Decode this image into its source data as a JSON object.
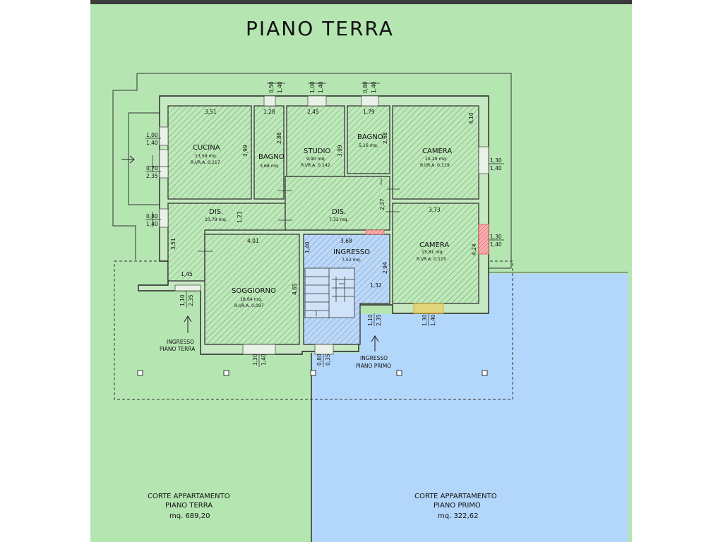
{
  "title": "PIANO TERRA",
  "colors": {
    "background_green": "#b5e6b2",
    "background_blue": "#b3d6fb",
    "hatch_green": "#5aa25a",
    "hatch_blue": "#6b8fc9",
    "highlight_red": "#e05050",
    "highlight_yellow": "#f2c84b"
  },
  "rooms": {
    "cucina": {
      "name": "CUCINA",
      "area": "13,59 mq.",
      "ratio": "R.I/R.A. 0,217"
    },
    "bagno1": {
      "name": "BAGNO",
      "area": "3,68 mq."
    },
    "studio": {
      "name": "STUDIO",
      "area": "9,90 mq.",
      "ratio": "R.I/R.A. 0,142"
    },
    "bagno2": {
      "name": "BAGNO",
      "area": "5,16 mq."
    },
    "camera1": {
      "name": "CAMERA",
      "area": "15,29 mq.",
      "ratio": "R.I/R.A. 0,119"
    },
    "dis1": {
      "name": "DIS.",
      "area": "10,79 mq."
    },
    "dis2": {
      "name": "DIS.",
      "area": "7,32 mq."
    },
    "camera2": {
      "name": "CAMERA",
      "area": "15,81 mq.",
      "ratio": "R.I/R.A. 0,115"
    },
    "soggiorno": {
      "name": "SOGGIORNO",
      "area": "18,64 mq.",
      "ratio": "R.I/R.A. 0,097"
    },
    "ingresso": {
      "name": "INGRESSO",
      "area": "7,52 mq."
    }
  },
  "dimensions": {
    "d_3_51_top": "3,51",
    "d_1_28": "1,28",
    "d_2_45": "2,45",
    "d_1_79": "1,79",
    "d_4_10": "4,10",
    "d_2_88": "2,88",
    "d_3_99a": "3,99",
    "d_3_99b": "3,99",
    "d_2_68": "2,68",
    "d_1_21": "1,21",
    "d_2_37": "2,37",
    "d_3_73": "3,73",
    "d_4_01": "4,01",
    "d_3_68": "3,68",
    "d_3_51_side": "3,51",
    "d_1_40_dis": "1,40",
    "d_2_94": "2,94",
    "d_4_24": "4,24",
    "d_4_65": "4,65",
    "d_1_45": "1,45",
    "d_1_32": "1,32",
    "win_top1_w": "0,50",
    "win_top1_h": "1,40",
    "win_top2_w": "1,00",
    "win_top2_h": "1,40",
    "win_top3_w": "0,80",
    "win_top3_h": "1,40",
    "win_left1_w": "1,00",
    "win_left1_h": "1,40",
    "win_left2_w": "0,70",
    "win_left2_h": "2,35",
    "win_left3_w": "0,80",
    "win_left3_h": "1,40",
    "win_right1_w": "1,30",
    "win_right1_h": "1,40",
    "win_right2_w": "1,30",
    "win_right2_h": "1,40",
    "door_terra_w": "1,10",
    "door_terra_h": "2,35",
    "win_sogg_w": "1,30",
    "win_sogg_h": "1,40",
    "door_ing_w": "0,80",
    "door_ing_h": "0,35",
    "door_primo_w": "1,10",
    "door_primo_h": "2,35",
    "win_cam_w": "1,30",
    "win_cam_h": "1,40"
  },
  "labels": {
    "ingresso_terra_1": "INGRESSO",
    "ingresso_terra_2": "PIANO TERRA",
    "ingresso_primo_1": "INGRESSO",
    "ingresso_primo_2": "PIANO PRIMO"
  },
  "courts": {
    "terra": {
      "line1": "CORTE APPARTAMENTO",
      "line2": "PIANO TERRA",
      "line3": "mq. 689,20"
    },
    "primo": {
      "line1": "CORTE APPARTAMENTO",
      "line2": "PIANO PRIMO",
      "line3": "mq. 322,62"
    }
  }
}
